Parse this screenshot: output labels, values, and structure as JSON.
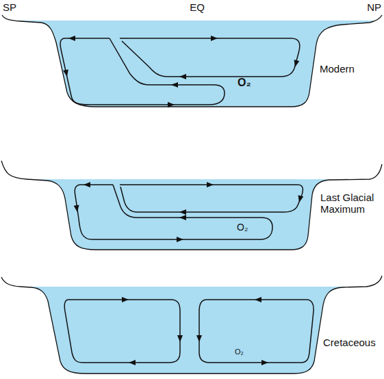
{
  "diagram": {
    "labels": [
      "SP",
      "EQ",
      "NP",
      "Modern",
      "O₂",
      "Last Glacial Maximum",
      "O₂",
      "Cretaceous",
      "O₂"
    ]
  }
}
